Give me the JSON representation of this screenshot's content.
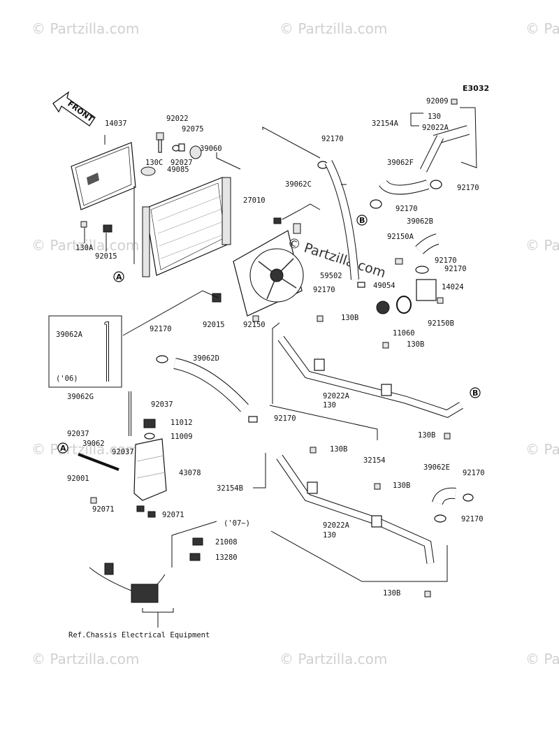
{
  "diagram_code": "E3032",
  "front_label": "FRONT",
  "watermark": "© Partzilla.com",
  "center_watermark": "© Partzilla.com",
  "reference_note": "Ref.Chassis Electrical Equipment",
  "markers": {
    "a": "A",
    "b": "B"
  },
  "inset": {
    "part": "39062A",
    "year": "('06)"
  },
  "year_note_07": "('07~)",
  "parts": {
    "p14037": "14037",
    "p130A": "130A",
    "p92015a": "92015",
    "p92022a": "92022",
    "p92075": "92075",
    "p130C": "130C",
    "p92027": "92027",
    "p39060": "39060",
    "p49085": "49085",
    "p27010": "27010",
    "p92170a": "92170",
    "p39062C": "39062C",
    "p59502": "59502",
    "p92170b": "92170",
    "p92015b": "92015",
    "p92150": "92150",
    "p92009": "92009",
    "p130a": "130",
    "p32154A": "32154A",
    "p92022A_top": "92022A",
    "p39062F": "39062F",
    "p92170c": "92170",
    "p92170d": "92170",
    "p39062B": "39062B",
    "p92150A": "92150A",
    "p92170e": "92170",
    "p92170f": "92170",
    "p49054": "49054",
    "p14024": "14024",
    "p11060": "11060",
    "p92150B": "92150B",
    "p130B_1": "130B",
    "p130B_2": "130B",
    "p92170g": "92170",
    "p39062D": "39062D",
    "p39062G": "39062G",
    "p92037a": "92037",
    "p11012": "11012",
    "p11009": "11009",
    "p92037b": "92037",
    "p39062": "39062",
    "p92037c": "92037",
    "p92001": "92001",
    "p43078": "43078",
    "p92071a": "92071",
    "p92071b": "92071",
    "p92022A_mid": "92022A",
    "p130b": "130",
    "p130B_3": "130B",
    "p32154": "32154",
    "p92170h": "92170",
    "p130B_4": "130B",
    "p130B_5": "130B",
    "p32154B": "32154B",
    "p39062E": "39062E",
    "p92170i": "92170",
    "p92170j": "92170",
    "p92022A_low": "92022A",
    "p130c": "130",
    "p130B_6": "130B",
    "p21008": "21008",
    "p13280": "13280"
  }
}
